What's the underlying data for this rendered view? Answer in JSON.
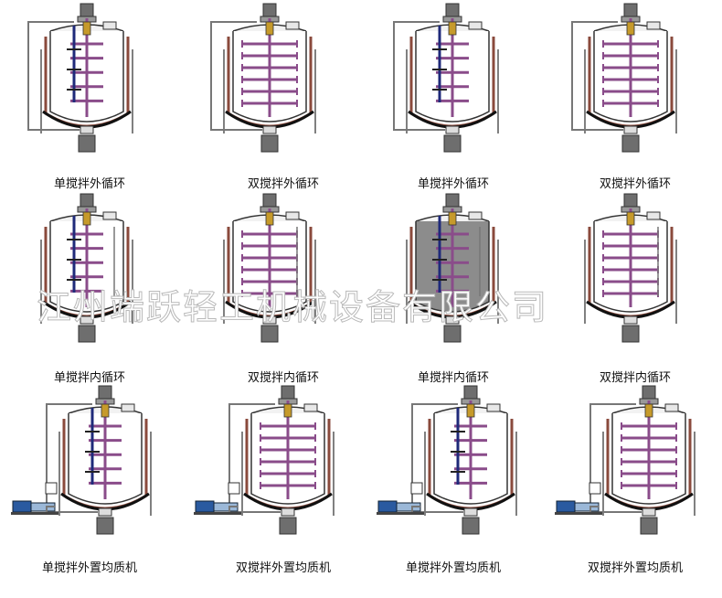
{
  "colors": {
    "paddle": "#8a4c8a",
    "shaft": "#1f2a7a",
    "jacket": "#8a4a3c",
    "shell": "#333333",
    "motor": "#6e6e6e",
    "pump": "#2a5aa0",
    "hatch": "#c69a2a",
    "watermark_stroke": "#b9b9b9"
  },
  "watermark": "江州端跃轻工机械设备有限公司",
  "items": [
    {
      "caption": "单搅拌外循环",
      "variant": "single",
      "loop": "external",
      "pump": false
    },
    {
      "caption": "双搅拌外循环",
      "variant": "double",
      "loop": "external",
      "pump": false
    },
    {
      "caption": "单搅拌外循环",
      "variant": "single",
      "loop": "external",
      "pump": false
    },
    {
      "caption": "双搅拌外循环",
      "variant": "double",
      "loop": "external",
      "pump": false
    },
    {
      "caption": "单搅拌内循环",
      "variant": "single",
      "loop": "internal",
      "pump": false
    },
    {
      "caption": "双搅拌内循环",
      "variant": "double",
      "loop": "internal",
      "pump": false
    },
    {
      "caption": "单搅拌内循环",
      "variant": "single-shaded",
      "loop": "internal",
      "pump": false
    },
    {
      "caption": "双搅拌内循环",
      "variant": "double",
      "loop": "internal",
      "pump": false
    },
    {
      "caption": "单搅拌外置均质机",
      "variant": "single",
      "loop": "external",
      "pump": true
    },
    {
      "caption": "双搅拌外置均质机",
      "variant": "double",
      "loop": "external",
      "pump": true
    },
    {
      "caption": "单搅拌外置均质机",
      "variant": "single",
      "loop": "external",
      "pump": true
    },
    {
      "caption": "双搅拌外置均质机",
      "variant": "double",
      "loop": "external",
      "pump": true
    }
  ]
}
